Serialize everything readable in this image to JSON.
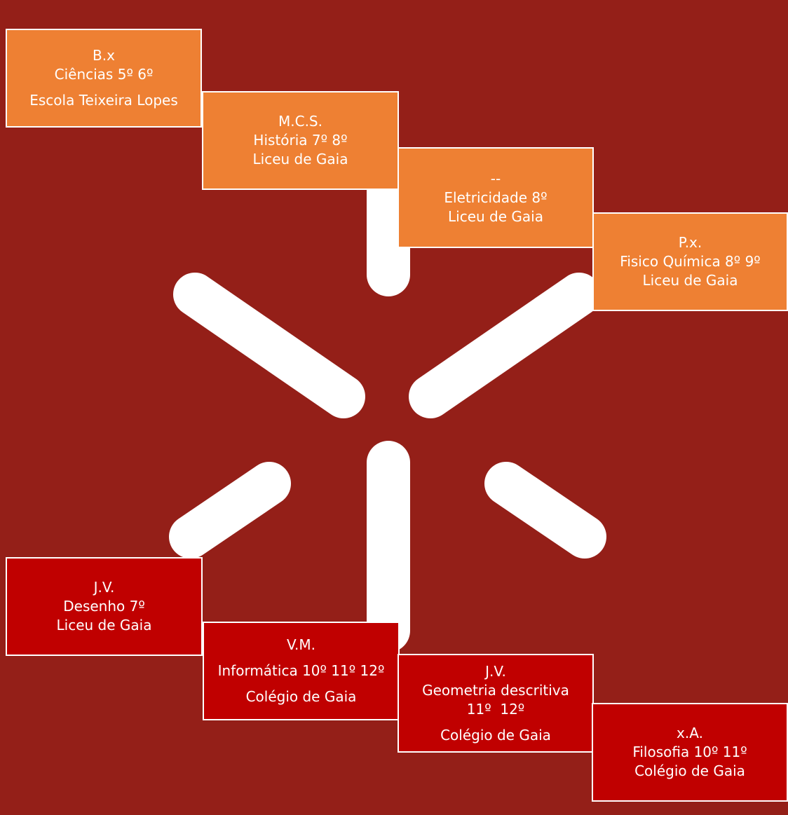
{
  "colors": {
    "background": "#941f18",
    "upper_cards": "#ee8033",
    "lower_cards": "#c00000",
    "logo": "#ffffff"
  },
  "logo": {
    "icon": "university-emblem-icon"
  },
  "cards": [
    {
      "initials": "B.x",
      "subject": "Ciências 5º 6º",
      "school": "Escola Teixeira Lopes"
    },
    {
      "initials": "M.C.S.",
      "subject": "História 7º 8º",
      "school": "Liceu de Gaia"
    },
    {
      "initials": "--",
      "subject": "Eletricidade 8º",
      "school": "Liceu de Gaia"
    },
    {
      "initials": "P.x.",
      "subject": "Fisico Química 8º 9º",
      "school": "Liceu de Gaia"
    },
    {
      "initials": "J.V.",
      "subject": "Desenho 7º",
      "school": "Liceu de Gaia"
    },
    {
      "initials": "V.M.",
      "subject": "Informática 10º 11º 12º",
      "school": "Colégio de Gaia"
    },
    {
      "initials": "J.V.",
      "subject": "Geometria descritiva",
      "subject_line2": "11º  12º",
      "school": "Colégio de Gaia"
    },
    {
      "initials": "x.A.",
      "subject": "Filosofia 10º 11º",
      "school": "Colégio de Gaia"
    }
  ]
}
